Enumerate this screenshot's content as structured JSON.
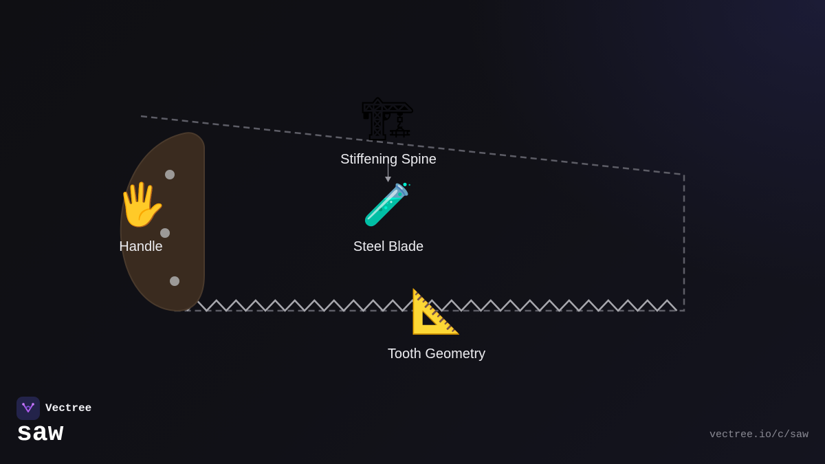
{
  "diagram": {
    "nodes": [
      {
        "id": "handle",
        "label": "Handle",
        "icon": "raised-hand-icon",
        "glyph": "🖐"
      },
      {
        "id": "stiffening-spine",
        "label": "Stiffening Spine",
        "icon": "construction-crane-icon",
        "glyph": "🏗"
      },
      {
        "id": "steel-blade",
        "label": "Steel Blade",
        "icon": "test-tube-icon",
        "glyph": "🧪"
      },
      {
        "id": "tooth-geometry",
        "label": "Tooth Geometry",
        "icon": "triangular-ruler-icon",
        "glyph": "📐"
      }
    ],
    "edges": [
      {
        "from": "stiffening-spine",
        "to": "steel-blade"
      }
    ]
  },
  "colors": {
    "handle_fill": "#3a2b1f",
    "handle_stroke": "#4a3a2c",
    "rivet": "#9c9a98",
    "teeth": "#a7a7ad",
    "dashed_outline": "#5d5d66",
    "logo_bg": "#23234a",
    "logo_accent": "#b15cf0"
  },
  "brand": {
    "name": "Vectree",
    "title": "saw",
    "url": "vectree.io/c/saw"
  }
}
